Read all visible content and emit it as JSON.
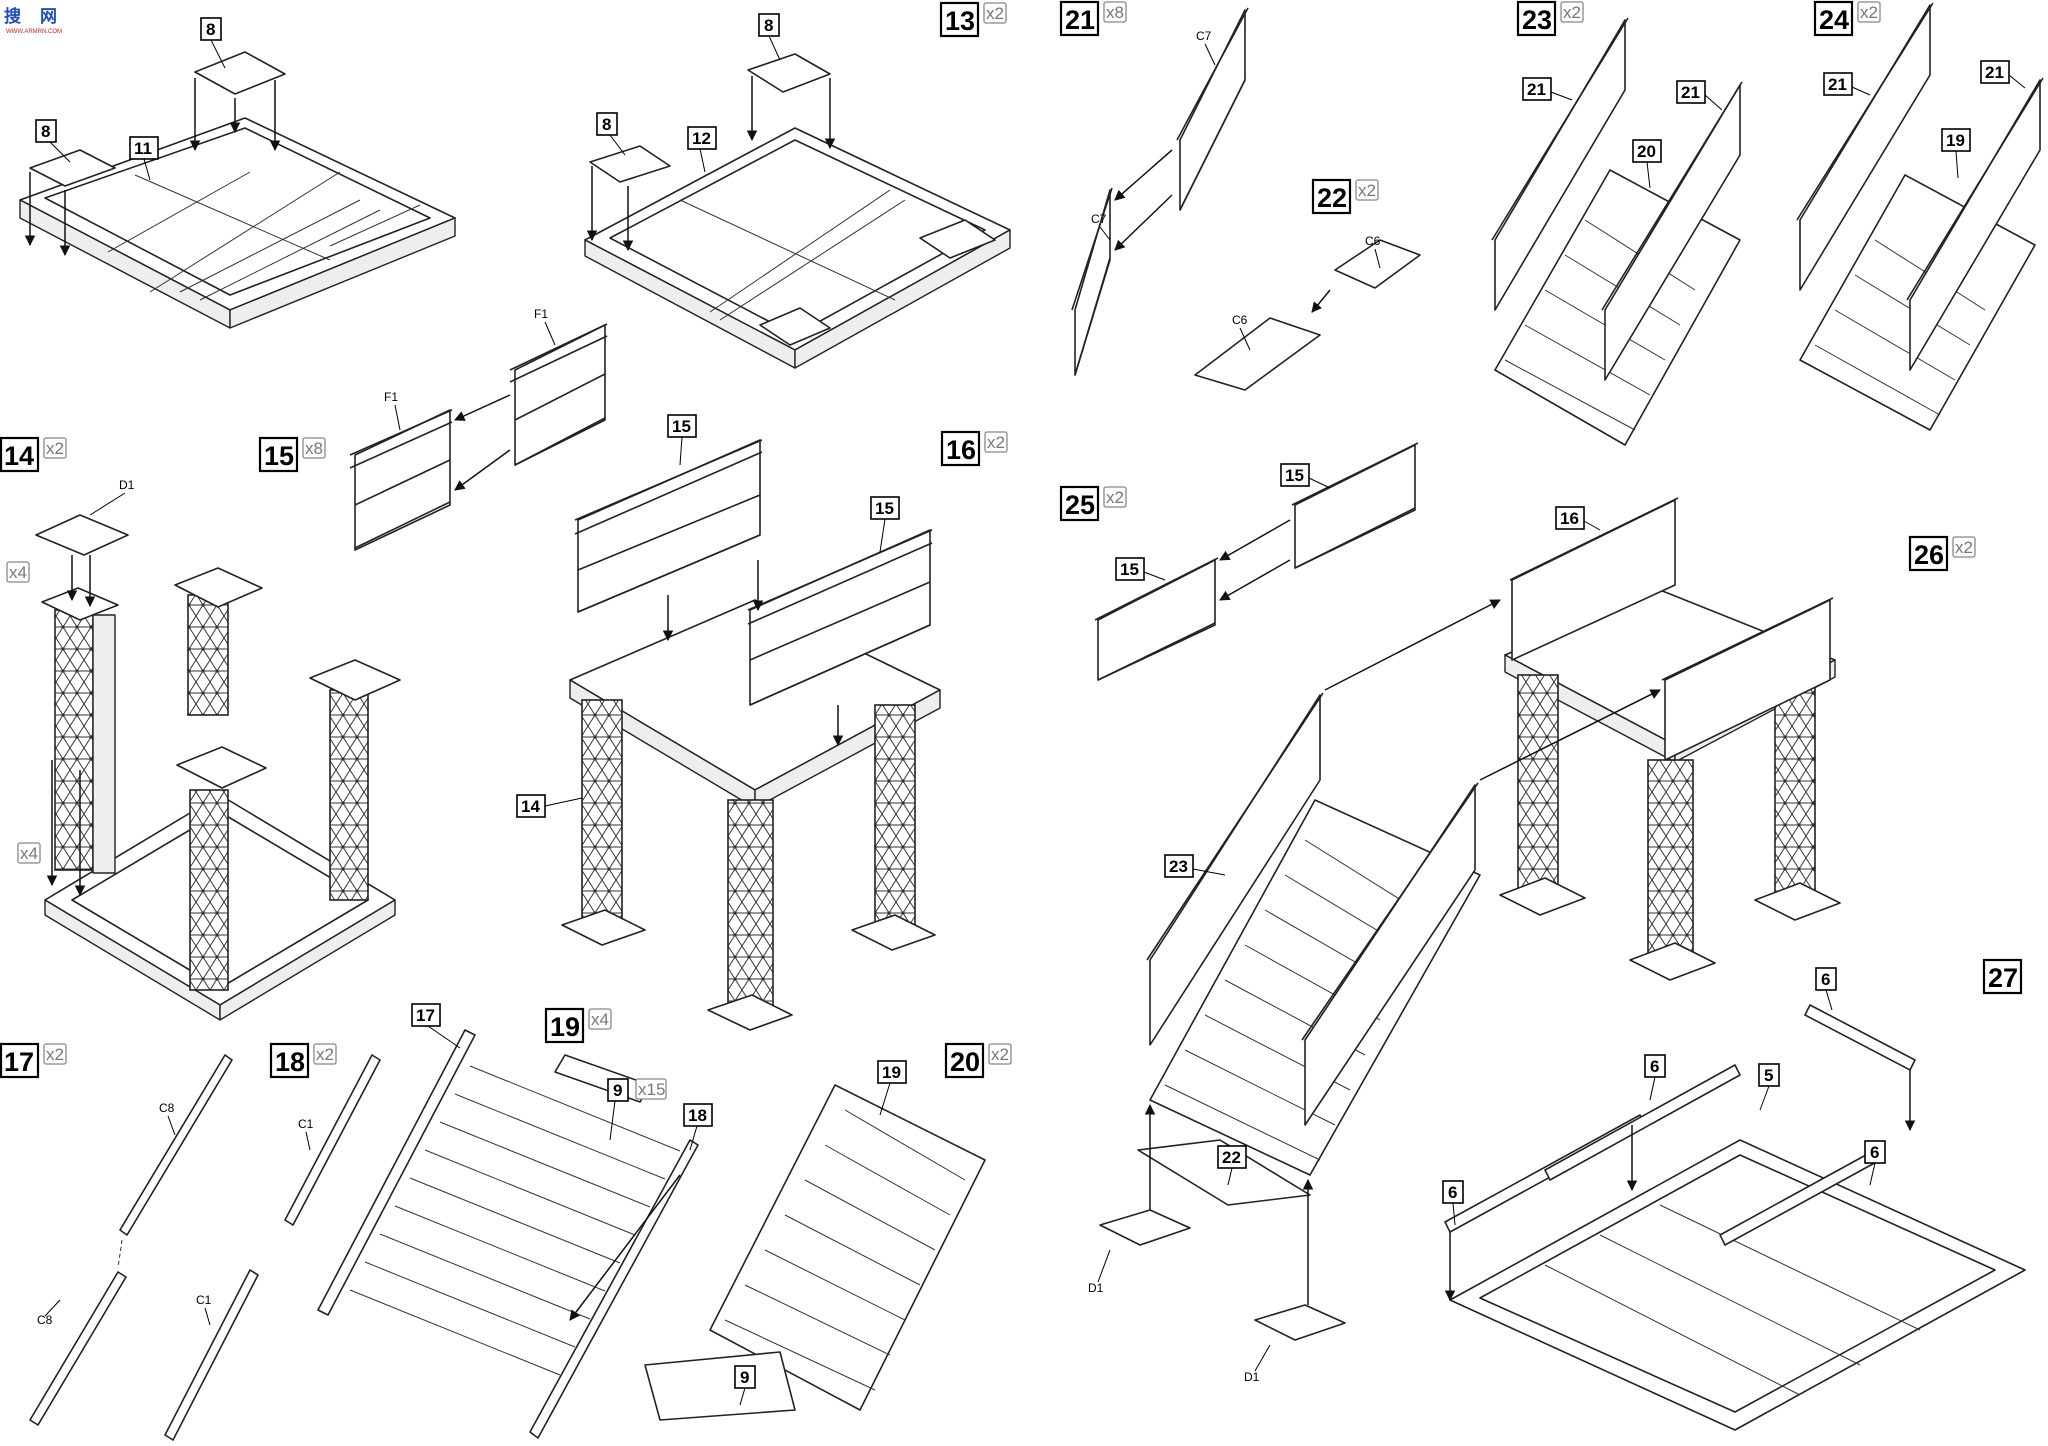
{
  "logo": {
    "mark": "搜",
    "mark2": "网",
    "tagline": "WWW.ARMRN.COM"
  },
  "steps": [
    {
      "id": "s13",
      "num": "13",
      "qty": "x2"
    },
    {
      "id": "s14",
      "num": "14",
      "qty": "x2"
    },
    {
      "id": "s15",
      "num": "15",
      "qty": "x8"
    },
    {
      "id": "s16",
      "num": "16",
      "qty": "x2"
    },
    {
      "id": "s17",
      "num": "17",
      "qty": "x2"
    },
    {
      "id": "s18",
      "num": "18",
      "qty": "x2"
    },
    {
      "id": "s19",
      "num": "19",
      "qty": "x4"
    },
    {
      "id": "s20",
      "num": "20",
      "qty": "x2"
    },
    {
      "id": "s21",
      "num": "21",
      "qty": "x8"
    },
    {
      "id": "s22",
      "num": "22",
      "qty": "x2"
    },
    {
      "id": "s23",
      "num": "23",
      "qty": "x2"
    },
    {
      "id": "s24",
      "num": "24",
      "qty": "x2"
    },
    {
      "id": "s25",
      "num": "25",
      "qty": "x2"
    },
    {
      "id": "s26",
      "num": "26",
      "qty": "x2"
    },
    {
      "id": "s27",
      "num": "27",
      "qty": ""
    }
  ],
  "callouts": {
    "c8a": "8",
    "c8b": "8",
    "c11": "11",
    "c8c": "8",
    "c8d": "8",
    "c12": "12",
    "c15a": "15",
    "c15b": "15",
    "c14": "14",
    "c17": "17",
    "c9": "9",
    "c9qty": "x15",
    "c18": "18",
    "c19": "19",
    "c9b": "9",
    "c21a": "21",
    "c21b": "21",
    "c20": "20",
    "c21c": "21",
    "c21d": "21",
    "c19b": "19",
    "c15c": "15",
    "c15d": "15",
    "c16": "16",
    "c23": "23",
    "c22": "22",
    "c6a": "6",
    "c6b": "6",
    "c5": "5",
    "c6c": "6",
    "c6d": "6"
  },
  "part_codes": {
    "f1a": "F1",
    "f1b": "F1",
    "d1a": "D1",
    "c7a": "C7",
    "c7b": "C7",
    "c6a": "C6",
    "c6b": "C6",
    "c8a": "C8",
    "c8b": "C8",
    "c1a": "C1",
    "c1b": "C1",
    "d1b": "D1",
    "d1c": "D1"
  },
  "side_qty": {
    "q4a": "x4",
    "q4b": "x4"
  }
}
